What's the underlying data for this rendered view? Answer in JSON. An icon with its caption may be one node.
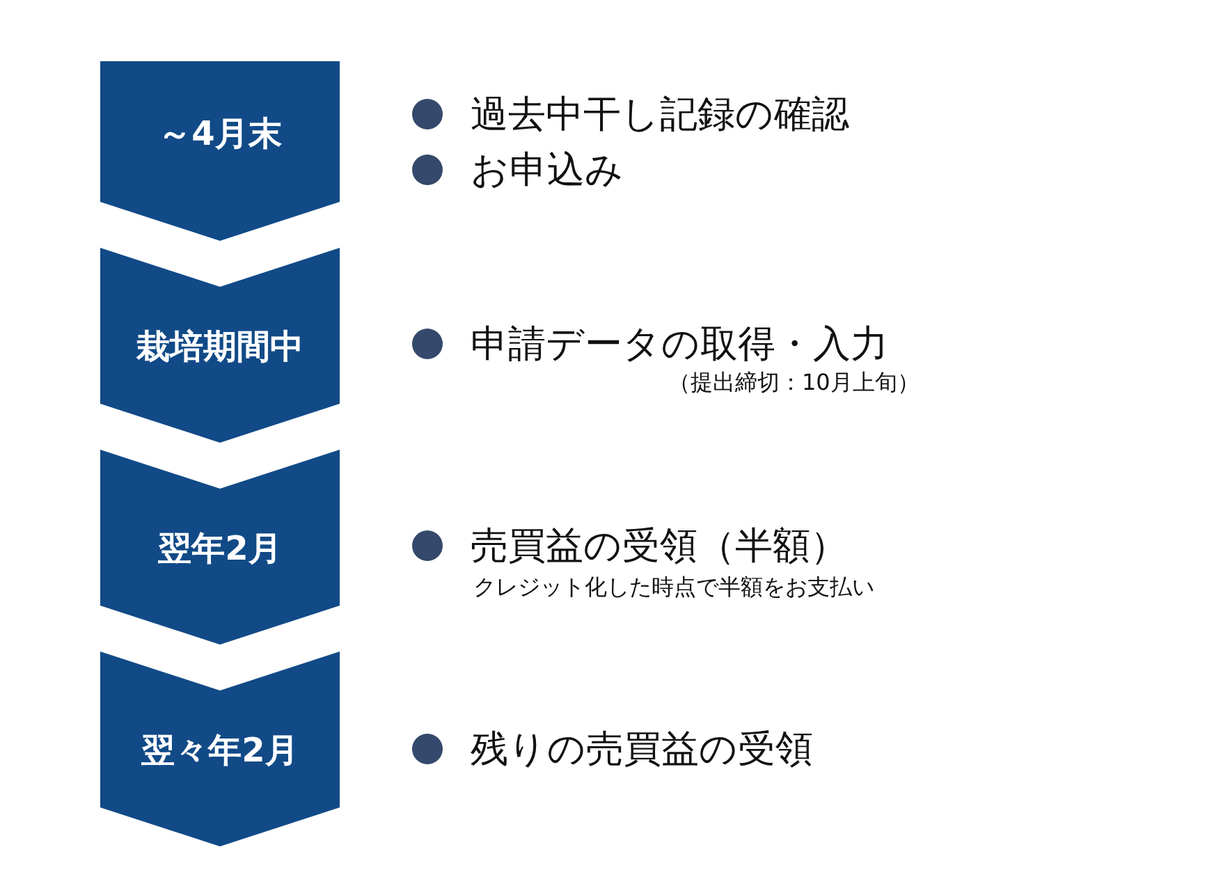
{
  "diagram": {
    "nodes": [
      {
        "text": [
          "～4月末"
        ],
        "beside": [
          "過去中干し記録の確認",
          "お申込み"
        ]
      },
      {
        "text": [
          "栽培期間中"
        ],
        "beside": [
          "申請データの取得・入力"
        ]
      },
      {
        "text": [
          "翌年2月"
        ],
        "beside": [
          "売買益の受領（半額）"
        ]
      },
      {
        "text": [
          "翌々年2月"
        ],
        "beside": [
          "残りの売買益の受領"
        ]
      }
    ],
    "labels": [
      "（提出締切：10月上旬）",
      "クレジット化した時点で半額をお支払い"
    ]
  }
}
